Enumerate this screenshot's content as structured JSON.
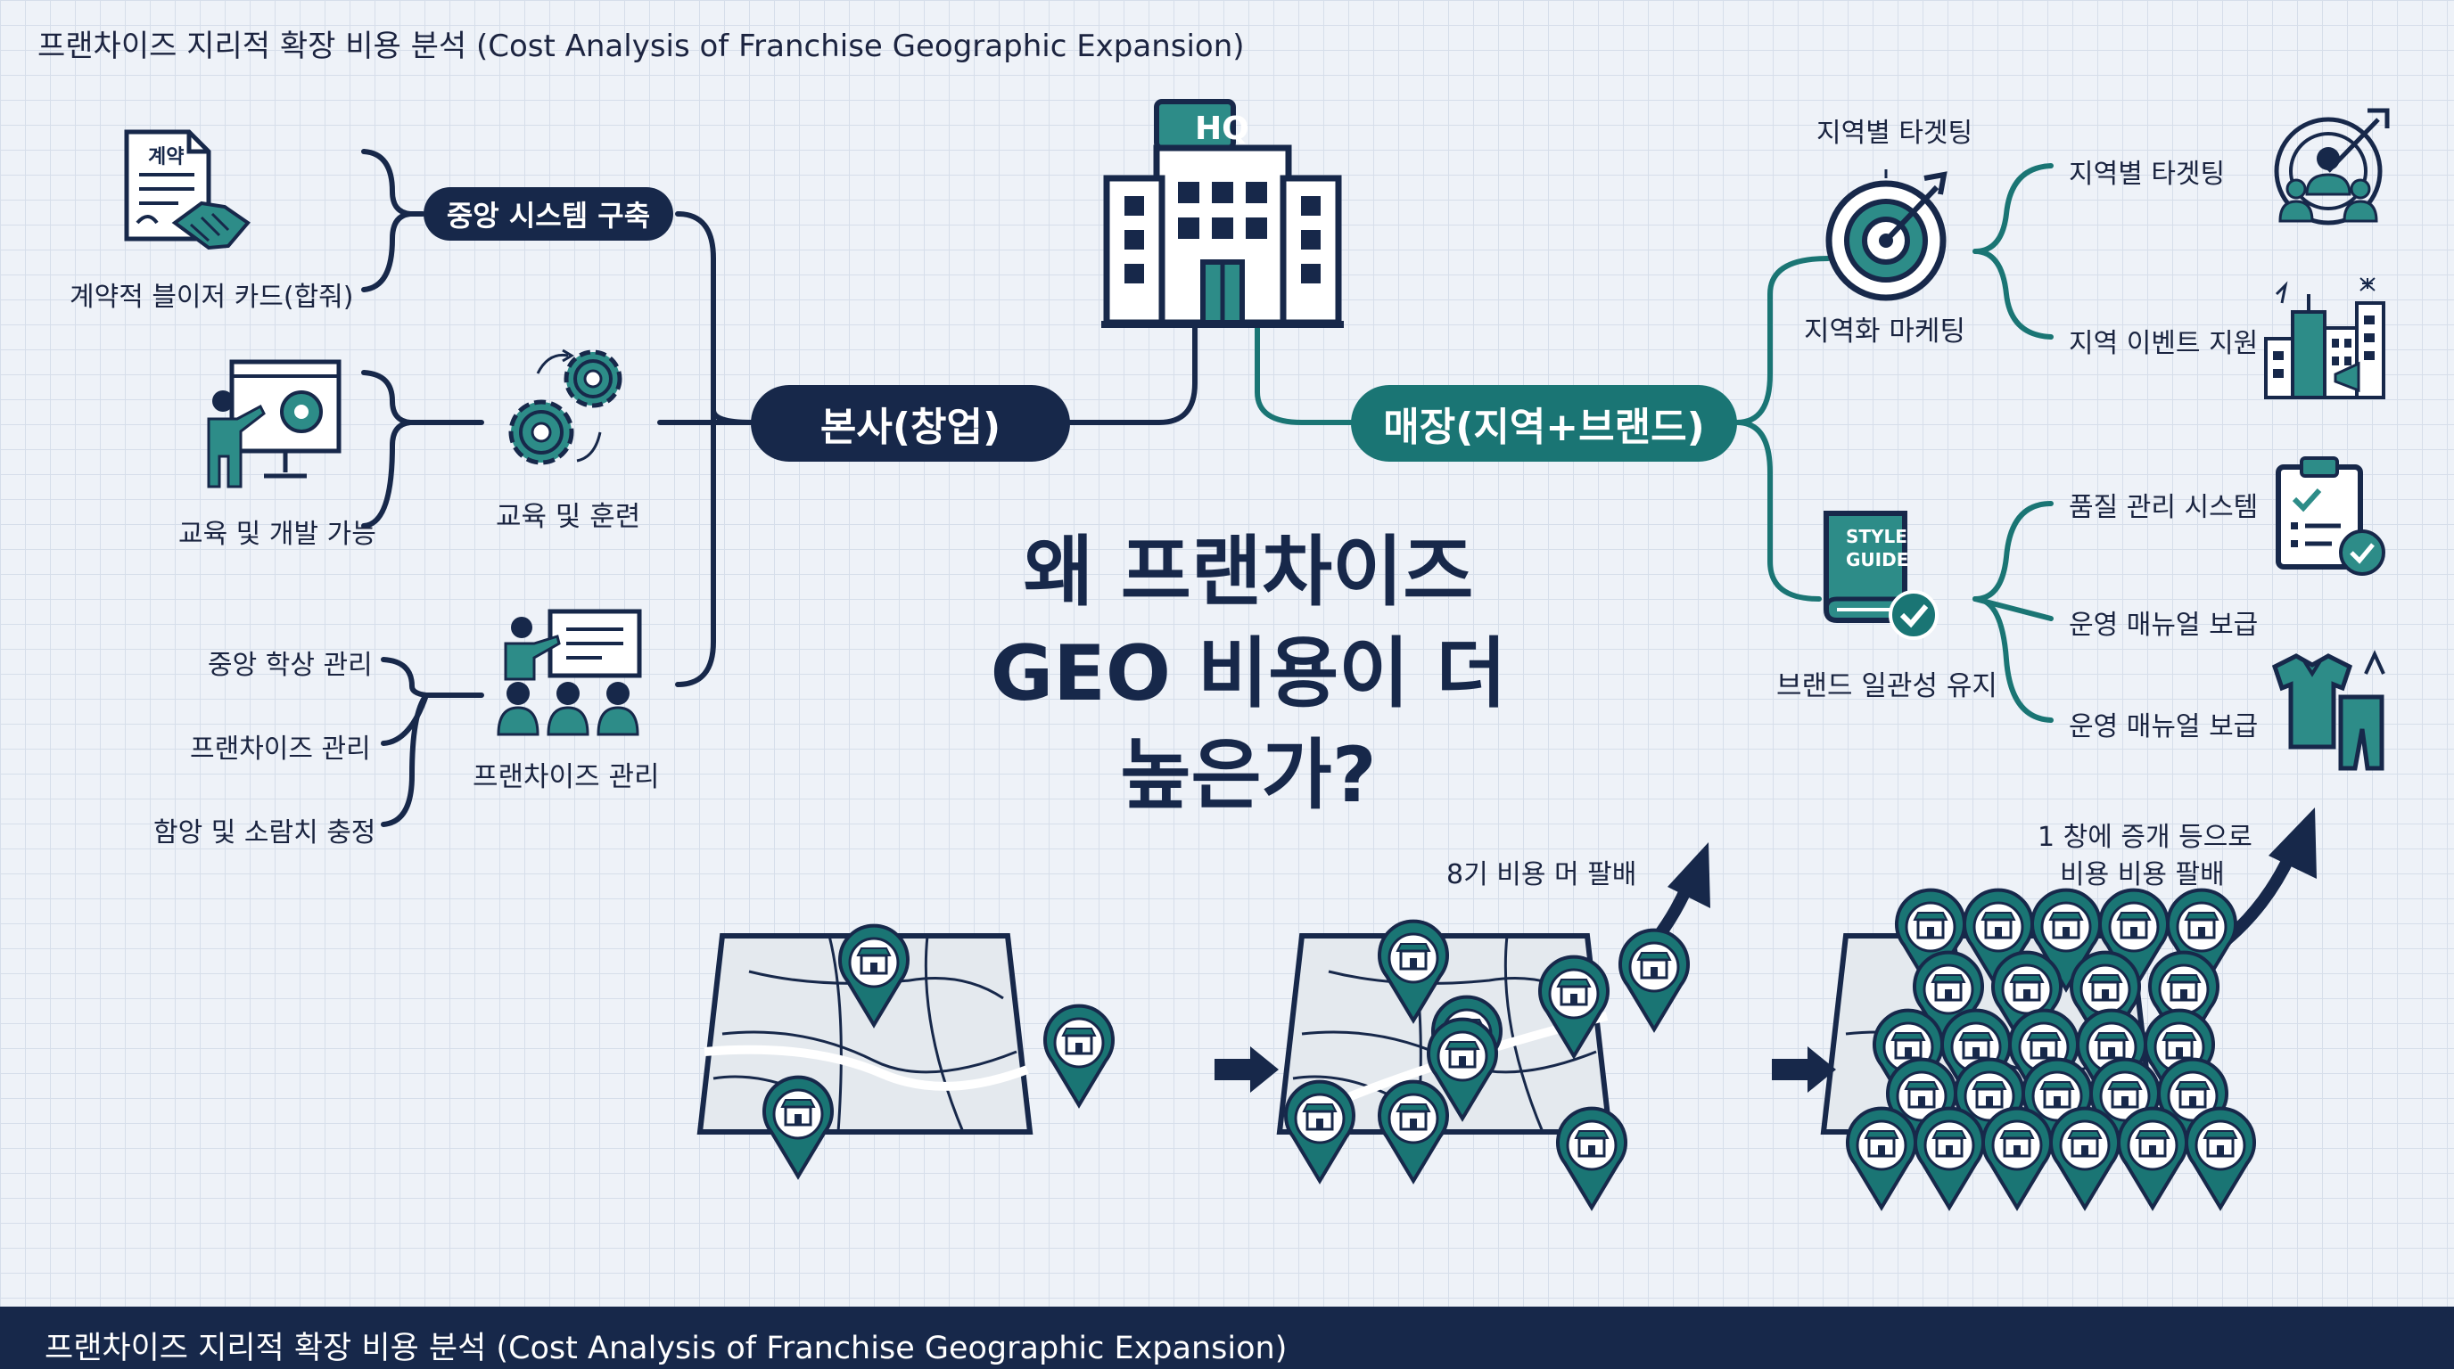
{
  "header": {
    "title": "프랜차이즈 지리적 확장 비용 분석 (Cost Analysis of Franchise Geographic Expansion)"
  },
  "footer": {
    "title": "프랜차이즈 지리적 확장 비용 분석 (Cost Analysis of Franchise Geographic Expansion)"
  },
  "hq": {
    "sign": "HQ",
    "node_label": "본사(창업)"
  },
  "store": {
    "node_label": "매장(지역+브랜드)"
  },
  "left": {
    "central_system": "중앙 시스템 구축",
    "contract_label": "계약적 블이저 카드(합줘)",
    "contract_doc": "계약",
    "edu_label": "교육 및 개발 가능",
    "edu_train": "교육 및 훈련",
    "fr_items": [
      "중앙 학상 관리",
      "프랜차이즈 관리",
      "함앙 및 소람치 충정"
    ],
    "fr_label": "프랜차이즈 관리"
  },
  "right": {
    "target_top": "지역별 타겟팅",
    "local_marketing": "지역화 마케팅",
    "target_item": "지역별 타겟팅",
    "event_item": "지역 이벤트 지원",
    "style_guide_1": "STYLE",
    "style_guide_2": "GUIDE",
    "brand_consistency": "브랜드 일관성 유지",
    "quality_item": "품질 관리 시스템",
    "manual_item_1": "운영 매뉴얼 보급",
    "manual_item_2": "운영 매뉴얼 보급"
  },
  "question": {
    "text": "왜 프랜차이즈 GEO 비용이 더 높은가?"
  },
  "maps": {
    "label_2": "8기 비용 머 팔배",
    "label_3_line1": "1 창에 증개 등으로",
    "label_3_line2": "비용 비용 팔배",
    "pins": [
      3,
      8,
      26
    ]
  },
  "colors": {
    "navy": "#17284a",
    "teal": "#1a7574",
    "map": "#e4e9ee"
  }
}
